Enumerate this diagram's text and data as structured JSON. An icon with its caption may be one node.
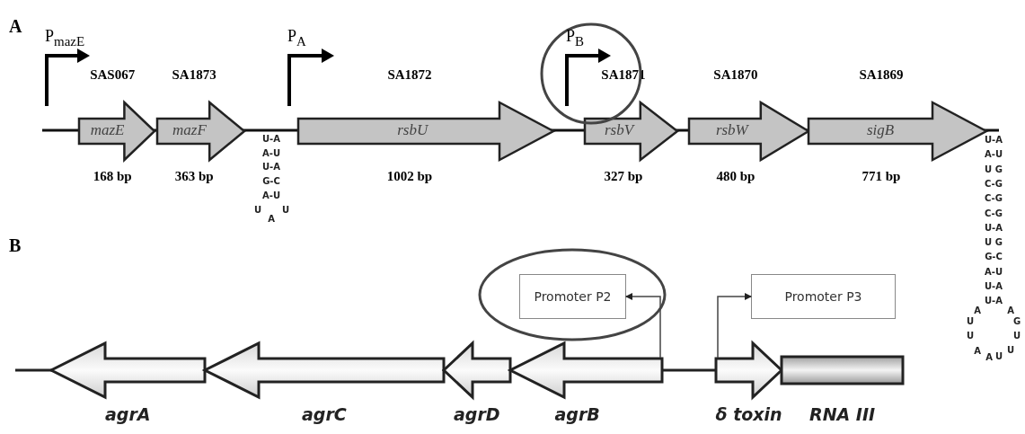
{
  "diagram": {
    "nodes": [
      {
        "text": [
          "mazE"
        ],
        "beside": [
          "SAS067",
          "168 bp"
        ]
      },
      {
        "text": [
          "mazF"
        ],
        "beside": [
          "SA1873",
          "363 bp"
        ]
      },
      {
        "text": [
          "rsbU"
        ],
        "beside": [
          "SA1872",
          "1002 bp"
        ]
      },
      {
        "text": [
          "rsbV"
        ],
        "beside": [
          "SA1871",
          "327 bp"
        ]
      },
      {
        "text": [
          "rsbW"
        ],
        "beside": [
          "SA1870",
          "480 bp"
        ]
      },
      {
        "text": [
          "sigB"
        ],
        "beside": [
          "SA1869",
          "771 bp"
        ]
      },
      {
        "text": [
          "agrA"
        ]
      },
      {
        "text": [
          "agrC"
        ]
      },
      {
        "text": [
          "agrD"
        ]
      },
      {
        "text": [
          "agrB"
        ]
      },
      {
        "text": [
          "δ toxin"
        ]
      },
      {
        "text": [
          "RNA III"
        ]
      },
      {
        "text": [
          "Promoter P2"
        ]
      },
      {
        "text": [
          "Promoter P3"
        ]
      }
    ],
    "edges": [
      {
        "from": 9,
        "to": 12,
        "arrow": "to"
      },
      {
        "from": 10,
        "to": 13,
        "arrow": "to"
      }
    ],
    "labels": [
      "A",
      "B",
      "P$_{mazE}$",
      "P$_{A}$",
      "P$_{B}$",
      "U-A",
      "A-U",
      "U-A",
      "G-C",
      "A-U",
      "U",
      "A",
      "U",
      "U-A",
      "A-U",
      "U G",
      "C-G",
      "C-G",
      "C-G",
      "U-A",
      "U G",
      "G-C",
      "A-U",
      "U-A",
      "U-A",
      "A",
      "U",
      "U",
      "A",
      "A",
      "U",
      "U",
      "U",
      "G",
      "A"
    ]
  }
}
